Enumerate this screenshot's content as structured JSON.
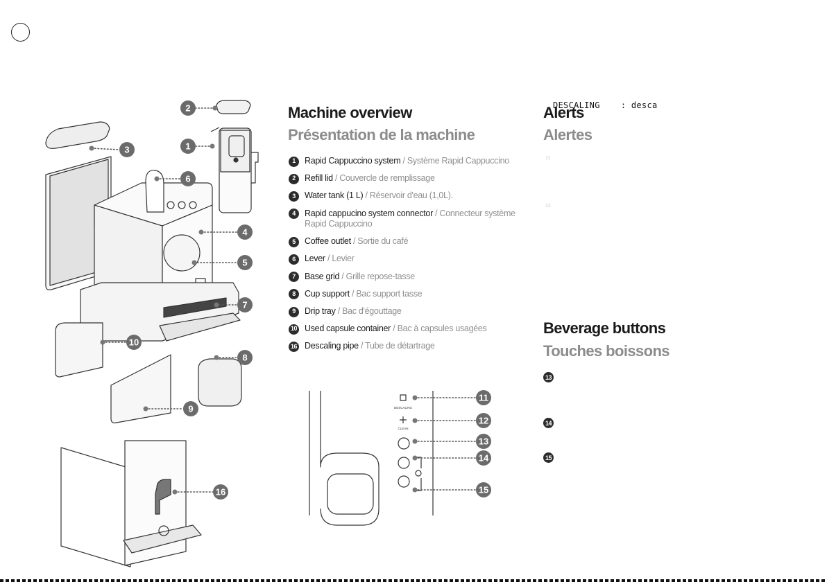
{
  "overview": {
    "title_en": "Machine overview",
    "title_fr": "Présentation de la machine",
    "parts": [
      {
        "num": "1",
        "en": "Rapid Cappuccino system",
        "fr": "Système Rapid Cappuccino"
      },
      {
        "num": "2",
        "en": "Refill lid",
        "fr": "Couvercle de remplissage"
      },
      {
        "num": "3",
        "en": "Water tank (1 L)",
        "fr": "Réservoir d'eau (1,0L)."
      },
      {
        "num": "4",
        "en": "Rapid cappucino system connector",
        "fr": "Connecteur système Rapid Cappuccino"
      },
      {
        "num": "5",
        "en": "Coffee outlet",
        "fr": "Sortie du café"
      },
      {
        "num": "6",
        "en": "Lever",
        "fr": "Levier"
      },
      {
        "num": "7",
        "en": "Base grid",
        "fr": "Grille repose-tasse"
      },
      {
        "num": "8",
        "en": "Cup support",
        "fr": "Bac support tasse"
      },
      {
        "num": "9",
        "en": "Drip tray",
        "fr": "Bac d'égouttage"
      },
      {
        "num": "10",
        "en": "Used capsule container",
        "fr": "Bac à capsules usagées"
      },
      {
        "num": "16",
        "en": "Descaling pipe",
        "fr": "Tube de détartrage"
      }
    ],
    "separator": " / "
  },
  "alerts": {
    "title_en": "Alerts",
    "title_fr": "Alertes",
    "descaling_text": "DESCALING    : desca",
    "faint_a": "11",
    "faint_b": "12"
  },
  "beverage": {
    "title_en": "Beverage buttons",
    "title_fr": "Touches boissons",
    "badges": [
      "13",
      "14",
      "15"
    ]
  },
  "callouts": {
    "main": [
      "1",
      "2",
      "3",
      "4",
      "5",
      "6",
      "7",
      "8",
      "9",
      "10",
      "16"
    ],
    "panel": [
      "11",
      "12",
      "13",
      "14",
      "15"
    ],
    "panel_labels": {
      "descaling": "DESCALING",
      "clean": "CLEAN"
    }
  },
  "colors": {
    "badge": "#2b2b2b",
    "callout_line": "#555555",
    "fr_text": "#8f8f8f"
  }
}
